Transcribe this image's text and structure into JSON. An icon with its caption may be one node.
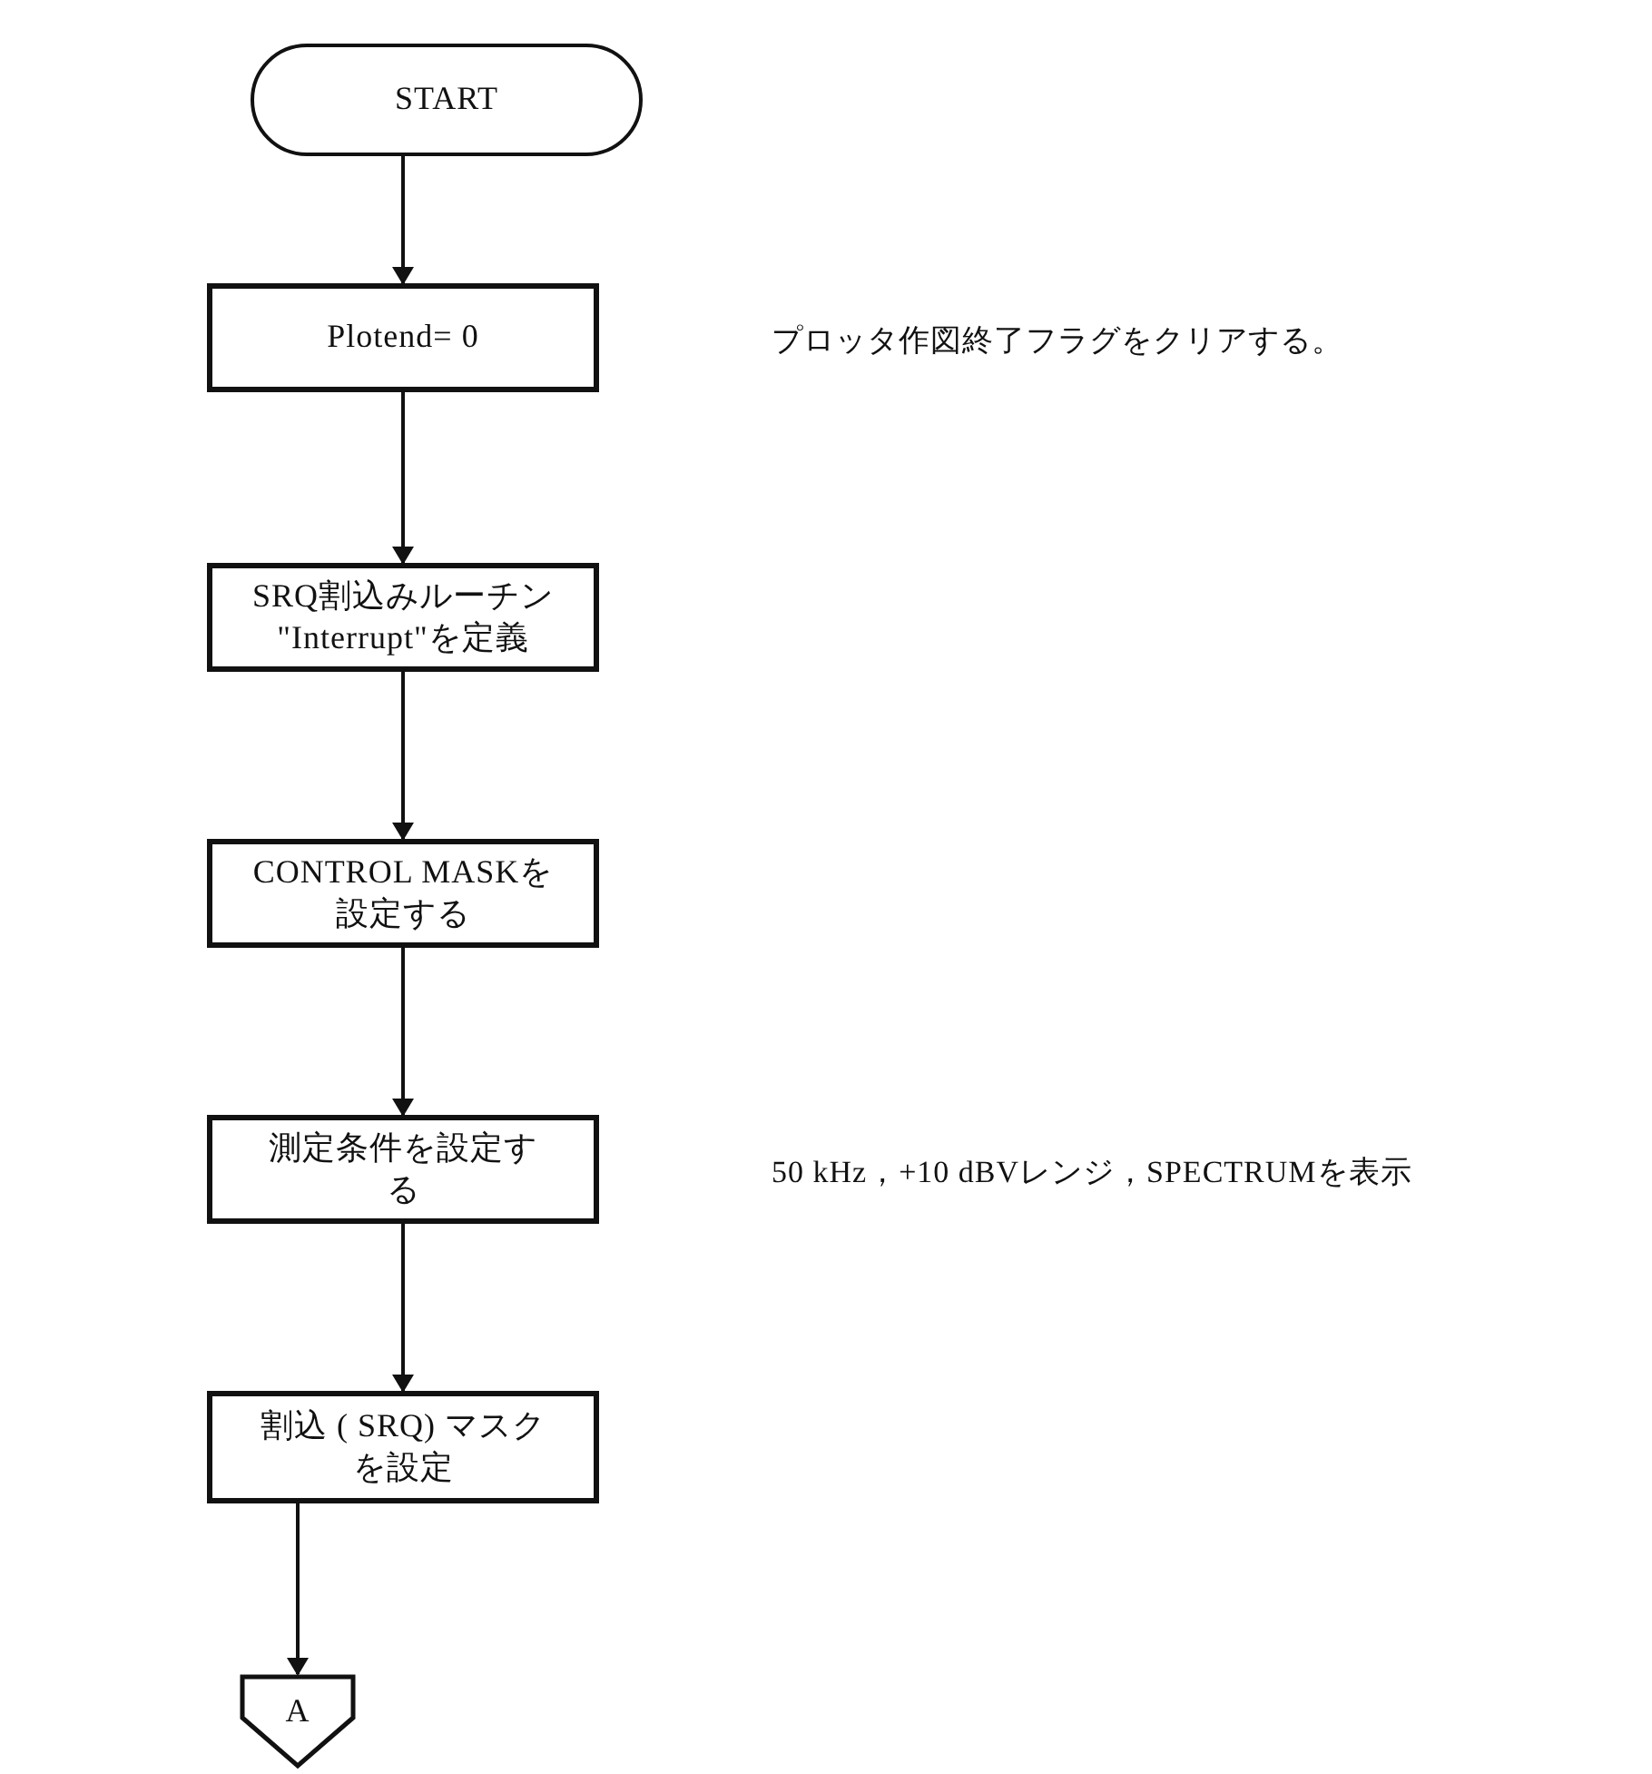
{
  "diagram": {
    "nodes": [
      {
        "text": [
          "START"
        ]
      },
      {
        "text": [
          "Plotend= 0"
        ]
      },
      {
        "text": [
          "SRQ割込みルーチン \"Interrupt\"を定義"
        ]
      },
      {
        "text": [
          "CONTROL MASKを設定する"
        ]
      },
      {
        "text": [
          "測定条件を設定する"
        ]
      },
      {
        "text": [
          "割込 ( SRQ) マスクを設定"
        ]
      },
      {
        "text": [
          "A"
        ]
      }
    ],
    "edges": [
      {
        "from": 0,
        "to": 1,
        "arrow": "to"
      },
      {
        "from": 1,
        "to": 2,
        "arrow": "to"
      },
      {
        "from": 2,
        "to": 3,
        "arrow": "to"
      },
      {
        "from": 3,
        "to": 4,
        "arrow": "to"
      },
      {
        "from": 4,
        "to": 5,
        "arrow": "to"
      },
      {
        "from": 5,
        "to": 6,
        "arrow": "to"
      }
    ],
    "labels": [
      "プロッタ作図終了フラグをクリアする。",
      "50 kHz，+10 dBVレンジ，SPECTRUMを表示"
    ]
  }
}
